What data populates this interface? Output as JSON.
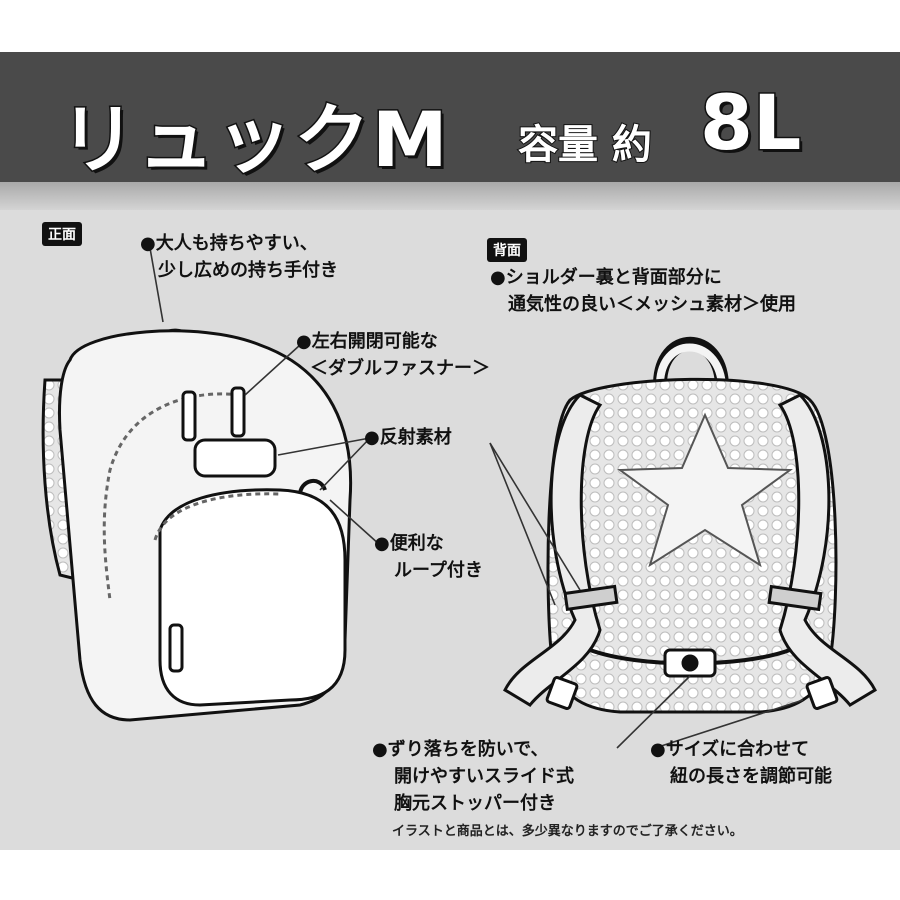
{
  "header": {
    "title": "リュックM",
    "capacity_label": "容量 約",
    "capacity_value": "8L"
  },
  "views": {
    "front_tag": "正面",
    "back_tag": "背面"
  },
  "annotations": {
    "handle": [
      "●大人も持ちやすい、",
      "少し広めの持ち手付き"
    ],
    "zipper": [
      "●左右開閉可能な",
      "＜ダブルファスナー＞"
    ],
    "reflective": [
      "●反射素材"
    ],
    "loop": [
      "●便利な",
      "ループ付き"
    ],
    "mesh": [
      "●ショルダー裏と背面部分に",
      "通気性の良い＜メッシュ素材＞使用"
    ],
    "chest_stopper": [
      "●ずり落ちを防いで、",
      "開けやすいスライド式",
      "胸元ストッパー付き"
    ],
    "strap_adjust": [
      "●サイズに合わせて",
      "紐の長さを調節可能"
    ]
  },
  "footnote": "イラストと商品とは、多少異なりますのでご了承ください。",
  "colors": {
    "header_bg": "#4a4a4a",
    "panel_bg": "#dcdcdc",
    "outline": "#111111"
  }
}
